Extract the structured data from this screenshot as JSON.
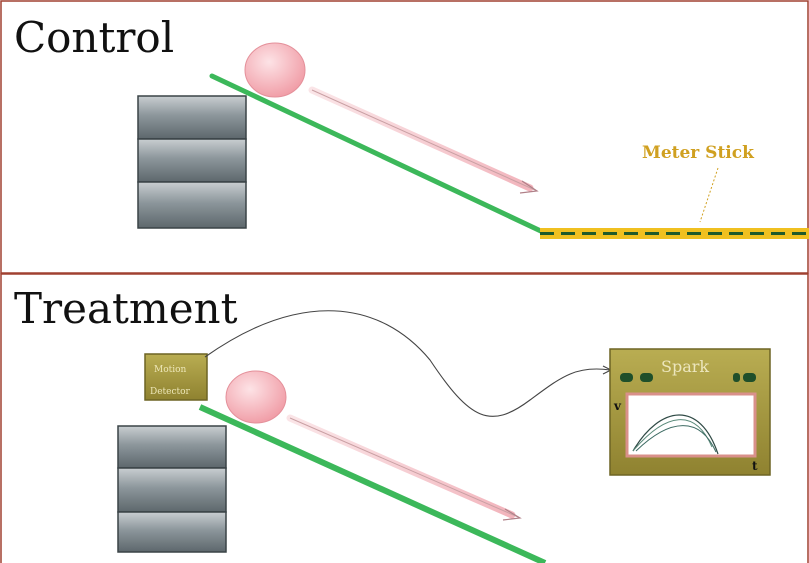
{
  "panels": {
    "control": {
      "title": "Control"
    },
    "treatment": {
      "title": "Treatment"
    }
  },
  "labels": {
    "meter_stick": "Meter Stick",
    "motion_detector_line1": "Motion",
    "motion_detector_line2": "Detector",
    "spark_title": "Spark",
    "axis_v": "v",
    "axis_t": "t"
  },
  "colors": {
    "ramp": "#3cb85a",
    "ball": "#f4aeb6",
    "arrow": "#f0c0c6",
    "block": "#8a9499",
    "meter_yellow": "#f0c020",
    "meter_dash": "#1f5a2a",
    "meter_label": "#d0a020",
    "panel_border": "#a04030",
    "device_body": "#a89a3e",
    "device_screen_border": "#d9908a"
  }
}
